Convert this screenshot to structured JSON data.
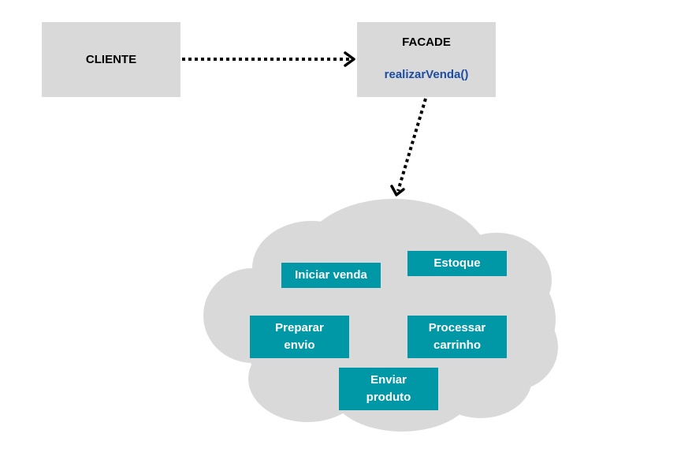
{
  "client": {
    "label": "CLIENTE"
  },
  "facade": {
    "title": "FACADE",
    "method": "realizarVenda()"
  },
  "subsystems": [
    {
      "id": "iniciar",
      "label": "Iniciar venda"
    },
    {
      "id": "estoque",
      "label": "Estoque"
    },
    {
      "id": "preparar",
      "label": "Preparar\nenvio"
    },
    {
      "id": "processar",
      "label": "Processar\ncarrinho"
    },
    {
      "id": "enviar",
      "label": "Enviar\nproduto"
    }
  ],
  "colors": {
    "box_gray": "#d9d9d9",
    "cloud_gray": "#d9d9d9",
    "subsystem_teal": "#0097a7",
    "method_blue": "#1b4ea3",
    "arrow": "#000000"
  }
}
